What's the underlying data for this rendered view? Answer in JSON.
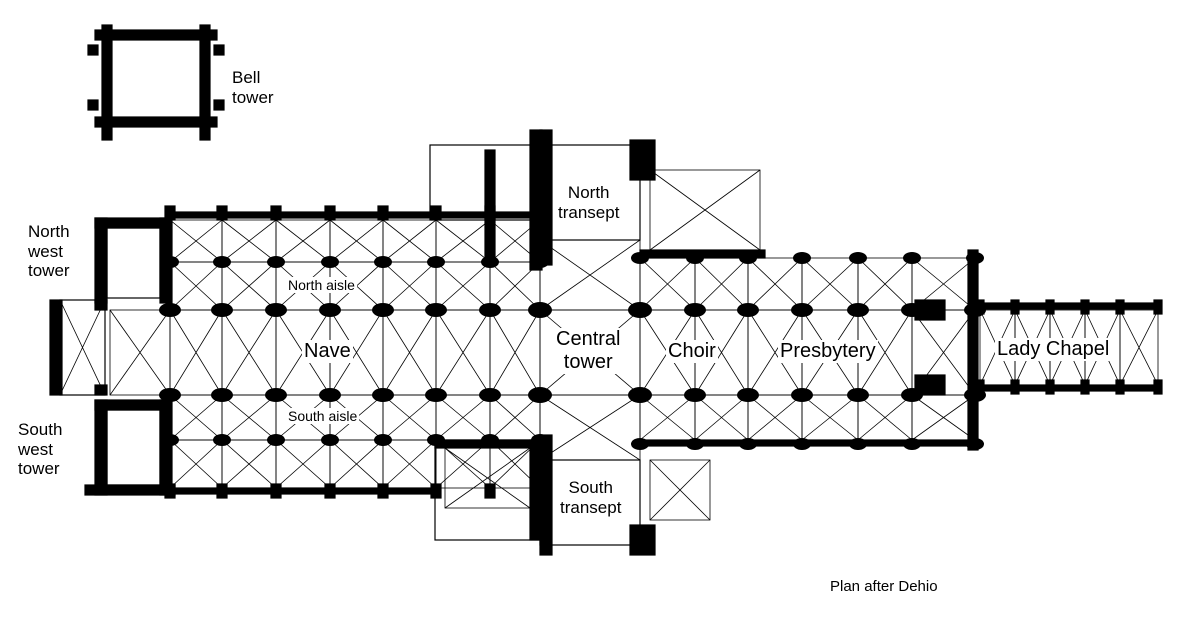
{
  "labels": {
    "bell_tower": [
      "Bell",
      "tower"
    ],
    "north_west_tower": [
      "North",
      "west",
      "tower"
    ],
    "south_west_tower": [
      "South",
      "west",
      "tower"
    ],
    "north_aisle": "North aisle",
    "nave": "Nave",
    "south_aisle": "South aisle",
    "central_tower": [
      "Central",
      "tower"
    ],
    "north_transept": [
      "North",
      "transept"
    ],
    "south_transept": [
      "South",
      "transept"
    ],
    "choir": "Choir",
    "presbytery": "Presbytery",
    "lady_chapel": "Lady Chapel",
    "credit": "Plan after Dehio"
  },
  "colors": {
    "ink": "#000000",
    "paper": "#ffffff"
  }
}
